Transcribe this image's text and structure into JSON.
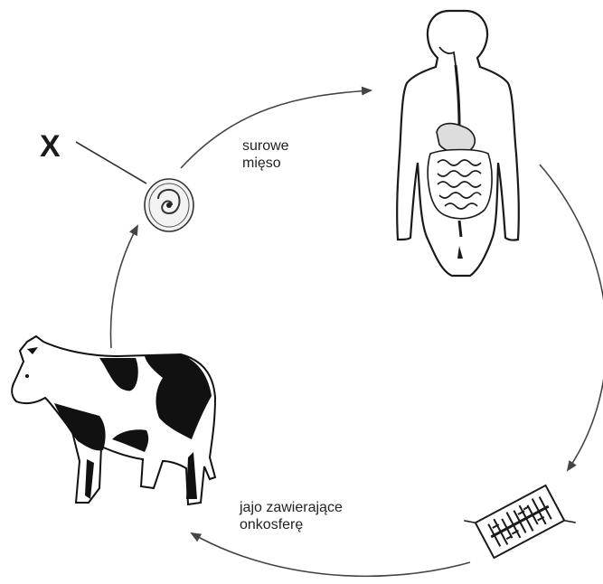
{
  "labels": {
    "x_marker": "X",
    "meat_line1": "surowe",
    "meat_line2": "mięso",
    "egg_line1": "jajo zawierające",
    "egg_line2": "onkosferę"
  },
  "icons": {
    "cyst": "cysticercus-cyst-icon",
    "human": "human-digestive-system-icon",
    "proglottid": "tapeworm-segment-icon",
    "cow": "cow-icon"
  },
  "colors": {
    "line": "#444444",
    "fill_black": "#111111"
  }
}
